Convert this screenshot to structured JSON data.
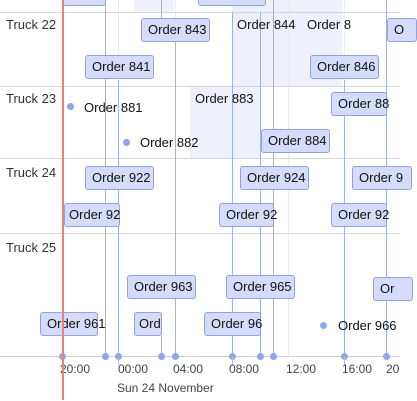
{
  "lanes": [
    {
      "label": "Truck 22"
    },
    {
      "label": "Truck 23"
    },
    {
      "label": "Truck 24"
    },
    {
      "label": "Truck 25"
    }
  ],
  "tasks": [
    {
      "label": "Order 843",
      "name": "task-order-843"
    },
    {
      "label": "Order 841",
      "name": "task-order-841"
    },
    {
      "label": "Order 846",
      "name": "task-order-846"
    },
    {
      "label": "Order 884",
      "name": "task-order-884"
    },
    {
      "label": "Order 922",
      "name": "task-order-922"
    },
    {
      "label": "Order 924",
      "name": "task-order-924"
    },
    {
      "label": "Order 963",
      "name": "task-order-963"
    },
    {
      "label": "Order 965",
      "name": "task-order-965"
    },
    {
      "label": "Order 961",
      "name": "task-order-961"
    },
    {
      "label": "Ord",
      "name": "task-order-962"
    },
    {
      "label": "Order 96",
      "name": "task-order-964"
    },
    {
      "label": "Order 92",
      "name": "task-order-921"
    },
    {
      "label": "Order 92",
      "name": "task-order-923"
    },
    {
      "label": "Order 92",
      "name": "task-order-925"
    },
    {
      "label": "Order 88",
      "name": "task-order-886"
    },
    {
      "label": "Order 9",
      "name": "task-order-926"
    },
    {
      "label": "O",
      "name": "task-order-847"
    },
    {
      "label": "Or",
      "name": "task-order-967"
    }
  ],
  "milestones": [
    {
      "label": "Order 881",
      "name": "milestone-order-881"
    },
    {
      "label": "Order 882",
      "name": "milestone-order-882"
    },
    {
      "label": "Order 966",
      "name": "milestone-order-966"
    }
  ],
  "free_labels": [
    {
      "label": "Order 844",
      "name": "label-order-844"
    },
    {
      "label": "Order 883",
      "name": "label-order-883"
    },
    {
      "label": "Order 8",
      "name": "label-order-845"
    }
  ],
  "axis": {
    "ticks": [
      "20:00",
      "00:00",
      "04:00",
      "08:00",
      "12:00",
      "16:00",
      "20"
    ],
    "date_label": "Sun 24 November"
  },
  "colors": {
    "task_fill": "#d5dcfa",
    "task_border": "#8fa3e2",
    "dependency": "#9fb3e6",
    "now_line": "#f07f78",
    "band": "#eef0fb"
  }
}
